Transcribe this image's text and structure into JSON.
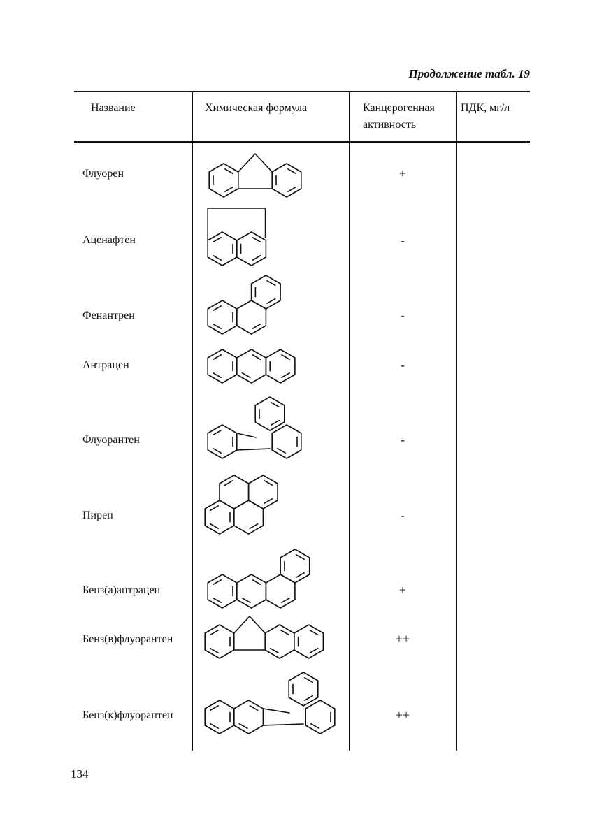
{
  "caption": "Продолжение табл. 19",
  "headers": {
    "name": "Название",
    "formula": "Химическая формула",
    "activity_line1": "Канцерогенная",
    "activity_line2": "активность",
    "pdk": "ПДК, мг/л"
  },
  "rows": [
    {
      "name": "Флуорен",
      "activity": "+",
      "structure_icon": "fluorene-structure-icon"
    },
    {
      "name": "Аценафтен",
      "activity": "-",
      "structure_icon": "acenaphthene-structure-icon"
    },
    {
      "name": "Фенантрен",
      "activity": "-",
      "structure_icon": "phenanthrene-structure-icon"
    },
    {
      "name": "Антрацен",
      "activity": "-",
      "structure_icon": "anthracene-structure-icon"
    },
    {
      "name": "Флуорантен",
      "activity": "-",
      "structure_icon": "fluoranthene-structure-icon"
    },
    {
      "name": "Пирен",
      "activity": "-",
      "structure_icon": "pyrene-structure-icon"
    },
    {
      "name": "Бенз(а)антрацен",
      "activity": "+",
      "structure_icon": "benzanthracene-structure-icon"
    },
    {
      "name": "Бенз(в)флуорантен",
      "activity": "++",
      "structure_icon": "benzo-b-fluoranthene-structure-icon"
    },
    {
      "name": "Бенз(к)флуорантен",
      "activity": "++",
      "structure_icon": "benzo-k-fluoranthene-structure-icon"
    }
  ],
  "page_number": "134"
}
